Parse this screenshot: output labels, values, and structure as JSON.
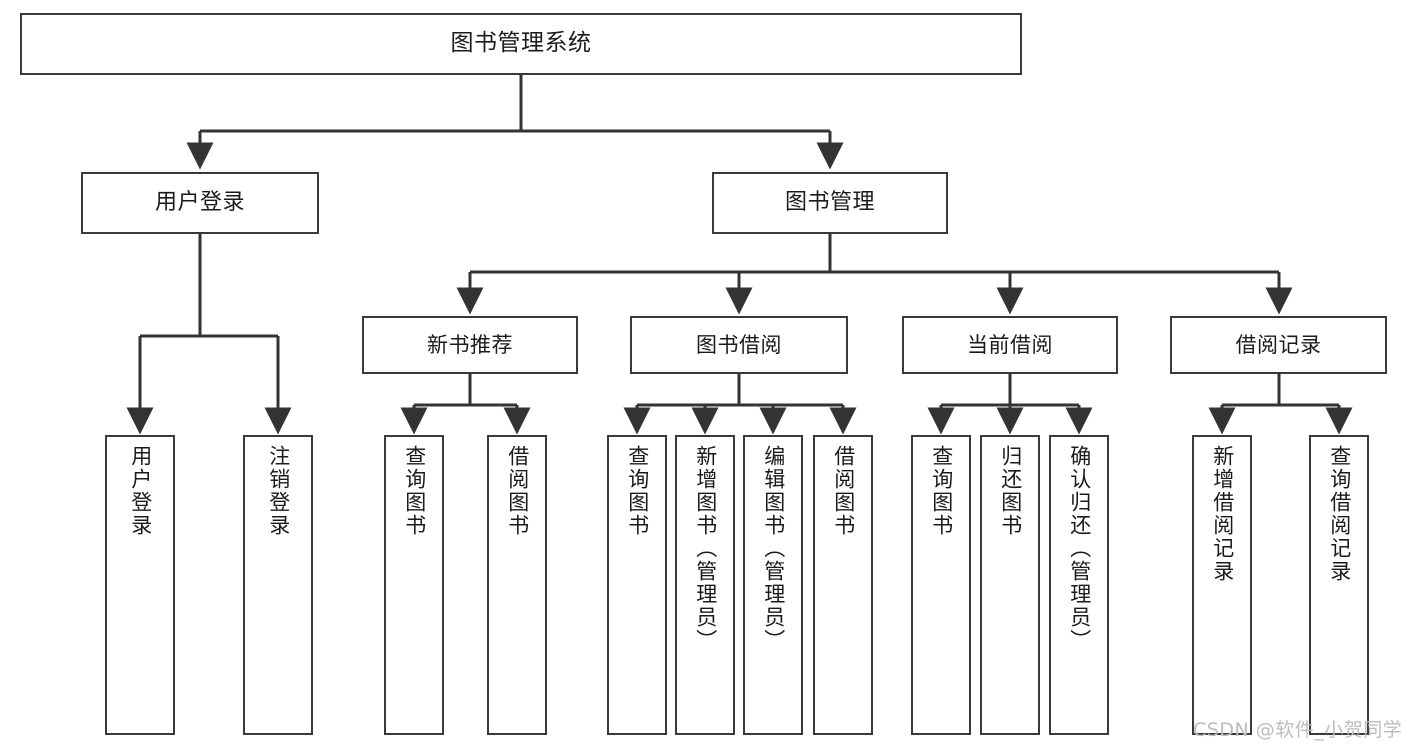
{
  "diagram": {
    "title": "图书管理系统",
    "type": "tree-hierarchy-diagram",
    "root": {
      "id": "root",
      "label": "图书管理系统"
    },
    "level1": [
      {
        "id": "user-login",
        "label": "用户登录"
      },
      {
        "id": "book-manage",
        "label": "图书管理"
      }
    ],
    "level2": [
      {
        "id": "new-book-recommend",
        "label": "新书推荐",
        "parent": "book-manage"
      },
      {
        "id": "book-borrow",
        "label": "图书借阅",
        "parent": "book-manage"
      },
      {
        "id": "current-borrow",
        "label": "当前借阅",
        "parent": "book-manage"
      },
      {
        "id": "borrow-record",
        "label": "借阅记录",
        "parent": "book-manage"
      }
    ],
    "leaves": [
      {
        "id": "leaf-user-login",
        "label": "用户登录",
        "parent": "user-login"
      },
      {
        "id": "leaf-user-logout",
        "label": "注销登录",
        "parent": "user-login"
      },
      {
        "id": "leaf-query-book-1",
        "label": "查询图书",
        "parent": "new-book-recommend"
      },
      {
        "id": "leaf-borrow-book-1",
        "label": "借阅图书",
        "parent": "new-book-recommend"
      },
      {
        "id": "leaf-query-book-2",
        "label": "查询图书",
        "parent": "book-borrow"
      },
      {
        "id": "leaf-add-book",
        "label": "新增图书（管理员）",
        "parent": "book-borrow"
      },
      {
        "id": "leaf-edit-book",
        "label": "编辑图书（管理员）",
        "parent": "book-borrow"
      },
      {
        "id": "leaf-borrow-book-2",
        "label": "借阅图书",
        "parent": "book-borrow"
      },
      {
        "id": "leaf-query-book-3",
        "label": "查询图书",
        "parent": "current-borrow"
      },
      {
        "id": "leaf-return-book",
        "label": "归还图书",
        "parent": "current-borrow"
      },
      {
        "id": "leaf-confirm-return",
        "label": "确认归还（管理员）",
        "parent": "current-borrow"
      },
      {
        "id": "leaf-add-record",
        "label": "新增借阅记录",
        "parent": "borrow-record"
      },
      {
        "id": "leaf-query-record",
        "label": "查询借阅记录",
        "parent": "borrow-record"
      }
    ],
    "colors": {
      "box_border": "#3a3a3a",
      "connector": "#333333",
      "background": "#ffffff",
      "text": "#1b1b1b",
      "watermark": "#bdbdbd"
    }
  },
  "watermark": {
    "text": "CSDN @软件_小贺同学"
  }
}
